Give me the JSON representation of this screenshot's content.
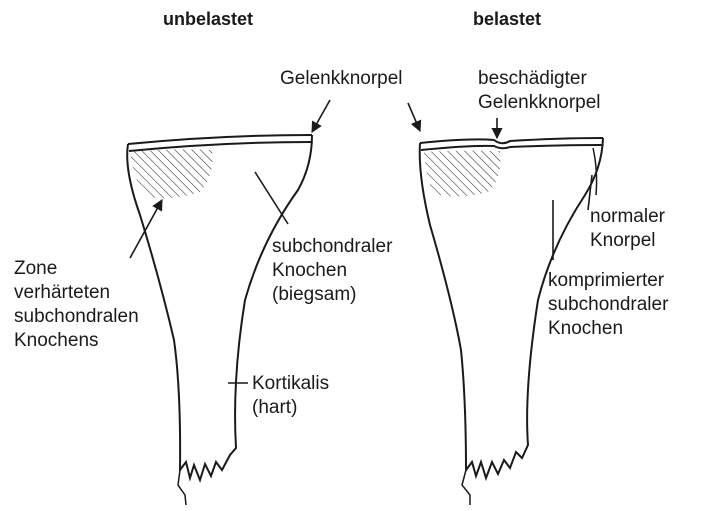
{
  "panels": {
    "left": {
      "title": "unbelastet"
    },
    "right": {
      "title": "belastet"
    }
  },
  "labels": {
    "gelenkknorpel": "Gelenkknorpel",
    "beschaedigter": [
      "beschädigter",
      "Gelenkknorpel"
    ],
    "zone": [
      "Zone",
      "verhärteten",
      "subchondralen",
      "Knochens"
    ],
    "subchondral_left": [
      "subchondraler",
      "Knochen",
      "(biegsam)"
    ],
    "kortikalis": [
      "Kortikalis",
      "(hart)"
    ],
    "normaler_knorpel": [
      "normaler",
      "Knorpel"
    ],
    "komprimierter": [
      "komprimierter",
      "subchondraler",
      "Knochen"
    ]
  },
  "colors": {
    "ink": "#1a1a1a",
    "background": "#ffffff"
  }
}
